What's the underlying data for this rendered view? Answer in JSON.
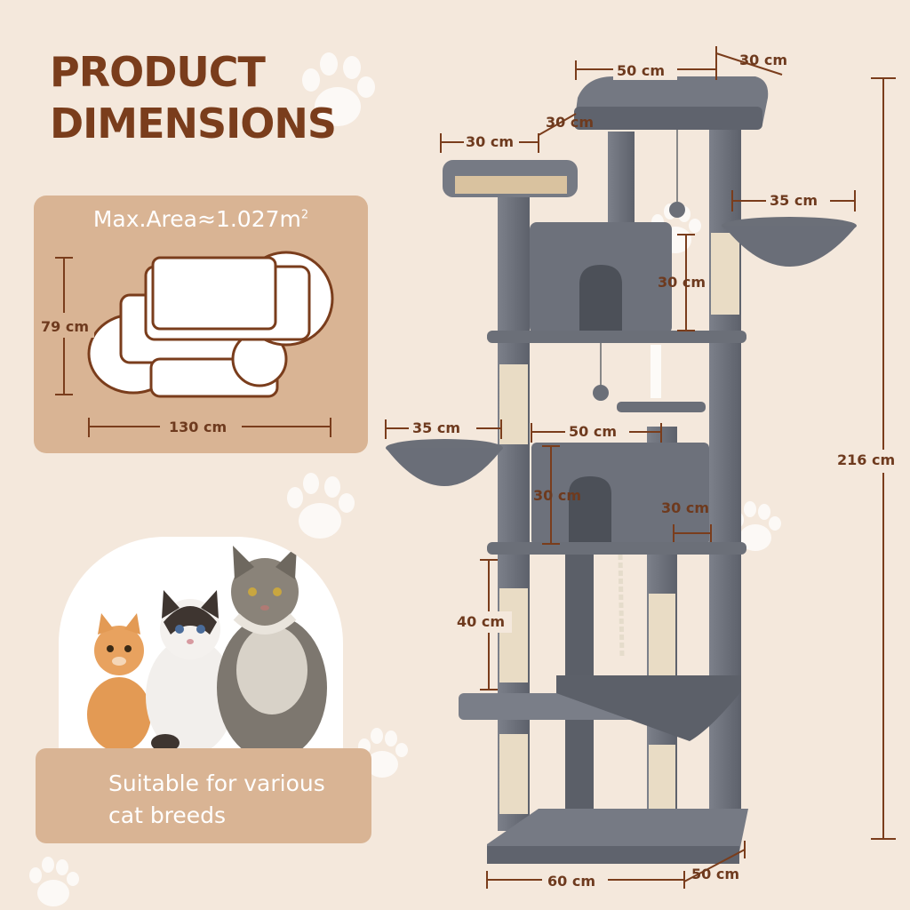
{
  "title": {
    "line1": "PRODUCT",
    "line2": "DIMENSIONS"
  },
  "area": {
    "label": "Max.Area≈1.027m",
    "exponent": "2",
    "height": "79 cm",
    "width": "130 cm"
  },
  "caption": {
    "line1": "Suitable for various",
    "line2": "cat breeds"
  },
  "dimensions": {
    "top_platform_width": "50 cm",
    "top_platform_depth": "30 cm",
    "left_perch_width": "30 cm",
    "left_perch_depth": "30 cm",
    "upper_basket": "35 cm",
    "upper_condo_height": "30 cm",
    "lower_basket": "35 cm",
    "lower_condo_width": "50 cm",
    "lower_condo_height": "30 cm",
    "lower_condo_depth": "30 cm",
    "post_height": "40 cm",
    "total_height": "216 cm",
    "base_width": "60 cm",
    "base_depth": "50 cm"
  },
  "colors": {
    "background": "#f4e8dc",
    "panel": "#d9b494",
    "title": "#7a3d1c",
    "plush": "#6b6f78",
    "sisal": "#e9dcc5"
  }
}
